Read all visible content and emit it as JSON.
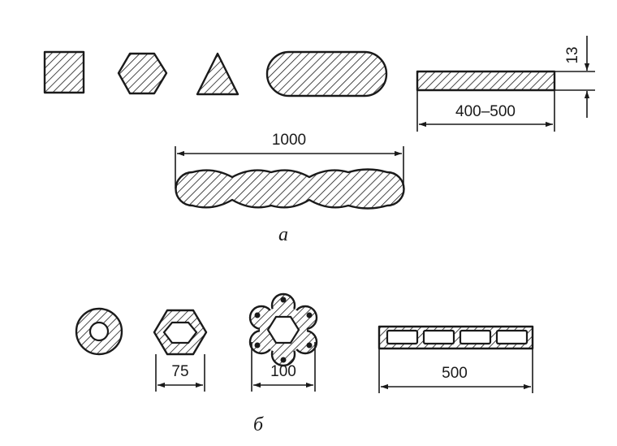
{
  "group_a": {
    "caption": "а",
    "strip_thickness": "13",
    "strip_width": "400–500",
    "wavy_length": "1000"
  },
  "group_b": {
    "caption": "б",
    "hex_tube_size": "75",
    "flower_size": "100",
    "panel_length": "500"
  }
}
